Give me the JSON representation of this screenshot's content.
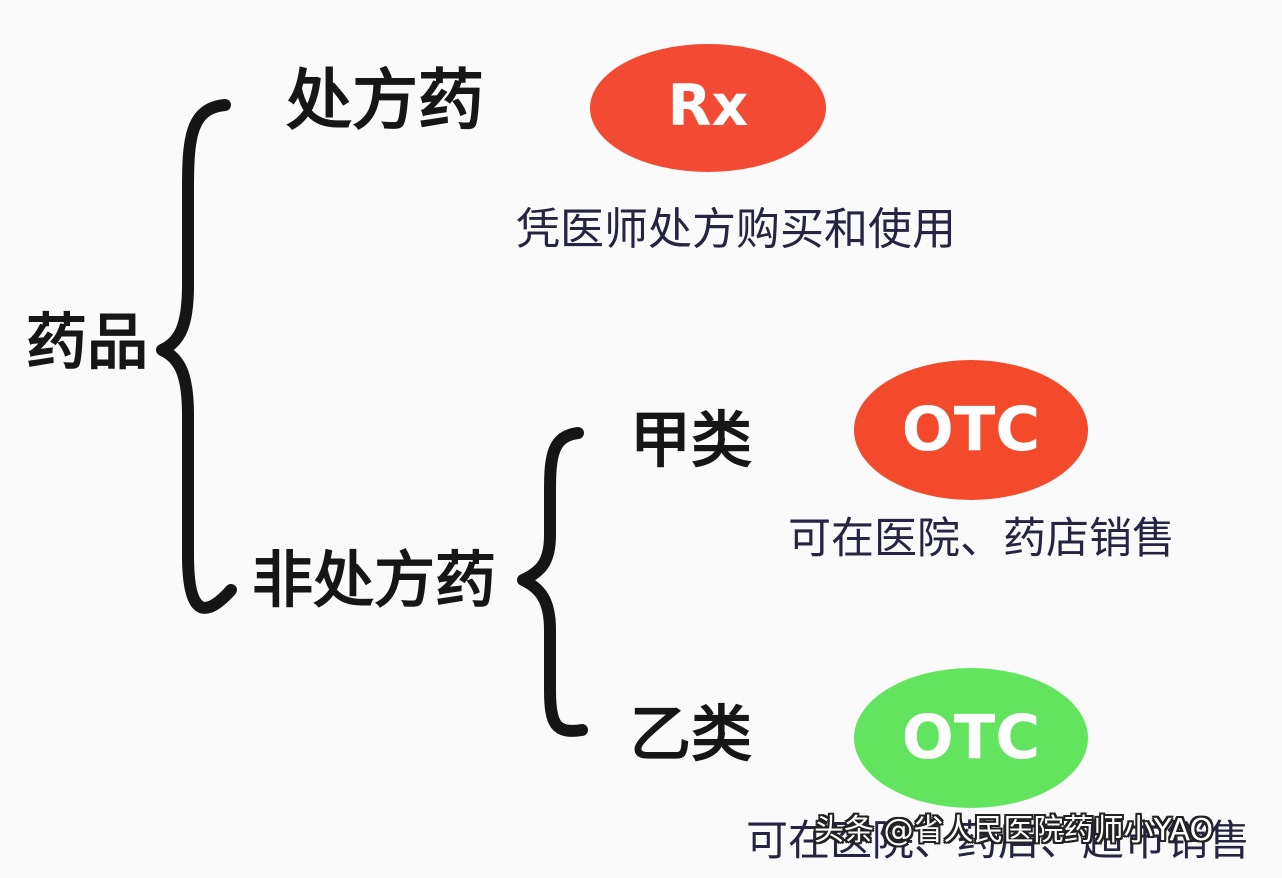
{
  "diagram": {
    "root": "药品",
    "prescription": {
      "label": "处方药",
      "badge": "Rx",
      "description": "凭医师处方购买和使用",
      "badge_color": "#f24a33"
    },
    "non_prescription": {
      "label": "非处方药",
      "class_a": {
        "label": "甲类",
        "badge": "OTC",
        "description": "可在医院、药店销售",
        "badge_color": "#f24a2b"
      },
      "class_b": {
        "label": "乙类",
        "badge": "OTC",
        "description": "可在医院、药店、超市销售",
        "badge_color": "#63e45f"
      }
    },
    "bracket_color": "#151515"
  },
  "watermark": {
    "text": "头条 @省人民医院药师小YAO"
  }
}
